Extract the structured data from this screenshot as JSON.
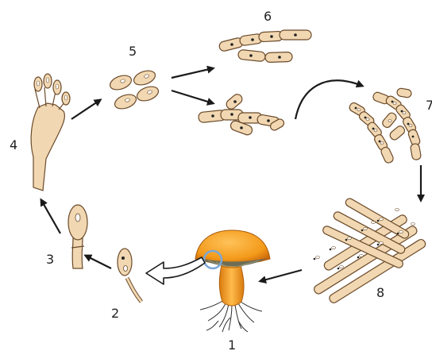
{
  "labels": {
    "l1": "1",
    "l2": "2",
    "l3": "3",
    "l4": "4",
    "l5": "5",
    "l6": "6",
    "l7": "7",
    "l8": "8"
  },
  "colors": {
    "cell_fill": "#f1d8b2",
    "cell_stroke": "#6b4a2a",
    "cap": "#f39a1a",
    "cap_dark": "#c9660a",
    "gills": "#6d6d55",
    "stipe": "#f3a12a",
    "arrow": "#1a1a1a",
    "label": "#222222"
  },
  "icons": [
    "mushroom-fruiting-body",
    "basidium",
    "basidiospore",
    "hypha",
    "mycelium",
    "cycle-arrow"
  ]
}
